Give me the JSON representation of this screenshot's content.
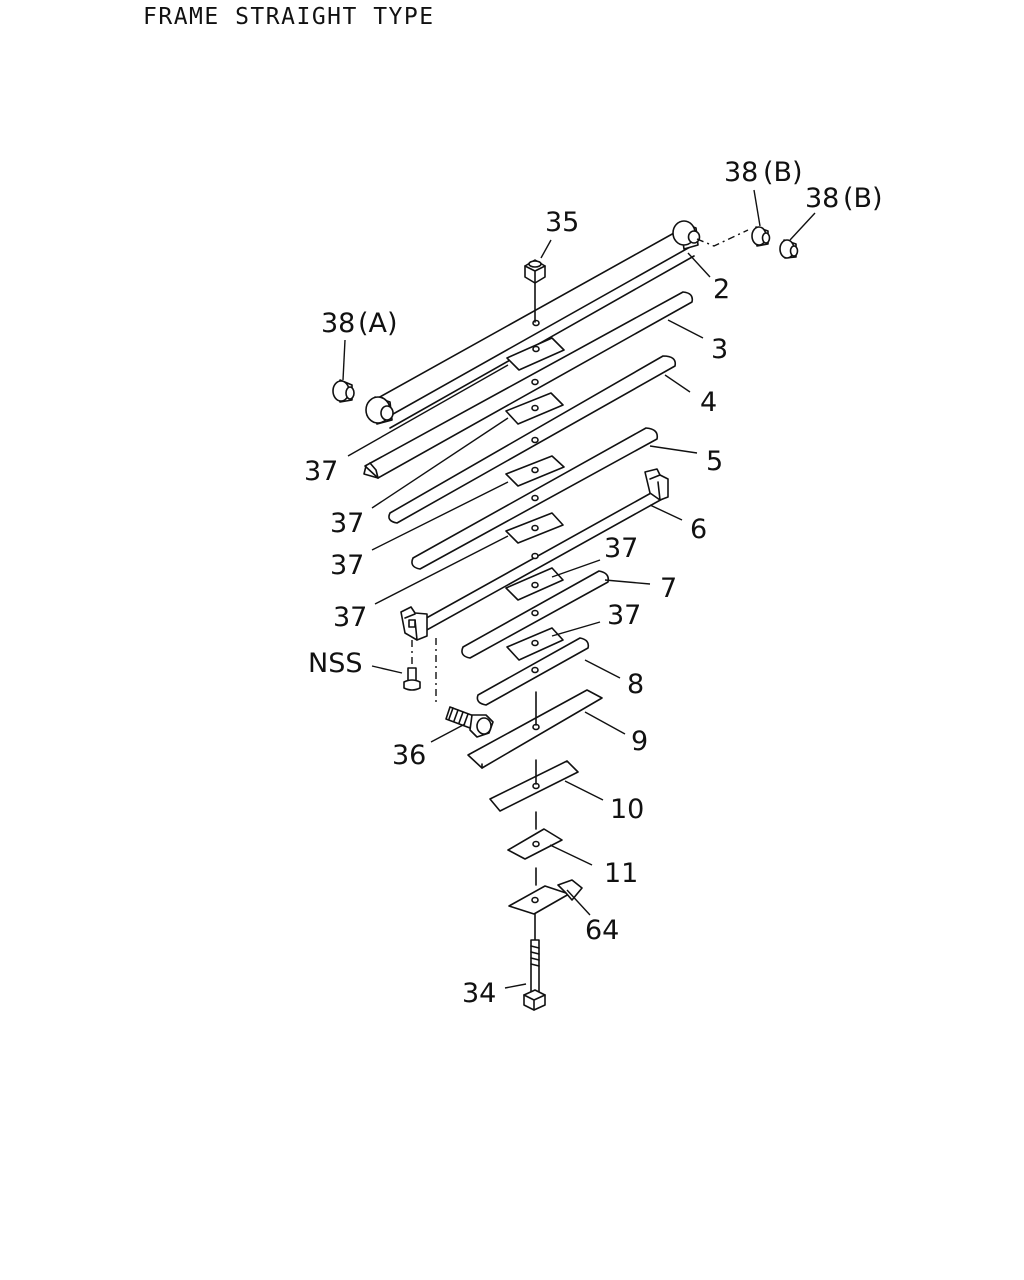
{
  "title": "FRAME STRAIGHT TYPE",
  "labels": {
    "p2": "2",
    "p3": "3",
    "p4": "4",
    "p5": "5",
    "p6": "6",
    "p7": "7",
    "p8": "8",
    "p9": "9",
    "p10": "10",
    "p11": "11",
    "p34": "34",
    "p35": "35",
    "p36": "36",
    "p37a": "37",
    "p37b": "37",
    "p37c": "37",
    "p37d": "37",
    "p37e": "37",
    "p37f": "37",
    "p38a": "38",
    "p38a_suffix": "(A)",
    "p38b1": "38",
    "p38b1_suffix": "(B)",
    "p38b2": "38",
    "p38b2_suffix": "(B)",
    "p64": "64",
    "nss": "NSS"
  }
}
